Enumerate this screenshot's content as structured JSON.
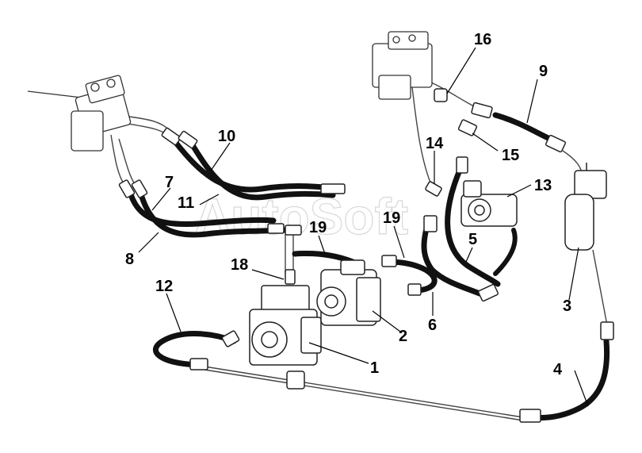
{
  "watermark": "AutoSoft",
  "callouts": [
    "1",
    "2",
    "3",
    "4",
    "5",
    "6",
    "7",
    "8",
    "9",
    "10",
    "11",
    "12",
    "13",
    "14",
    "15",
    "16",
    "18",
    "19",
    "19"
  ],
  "colors": {
    "hose": "#111111",
    "outline": "#333333",
    "line": "#555555",
    "background": "#ffffff"
  }
}
